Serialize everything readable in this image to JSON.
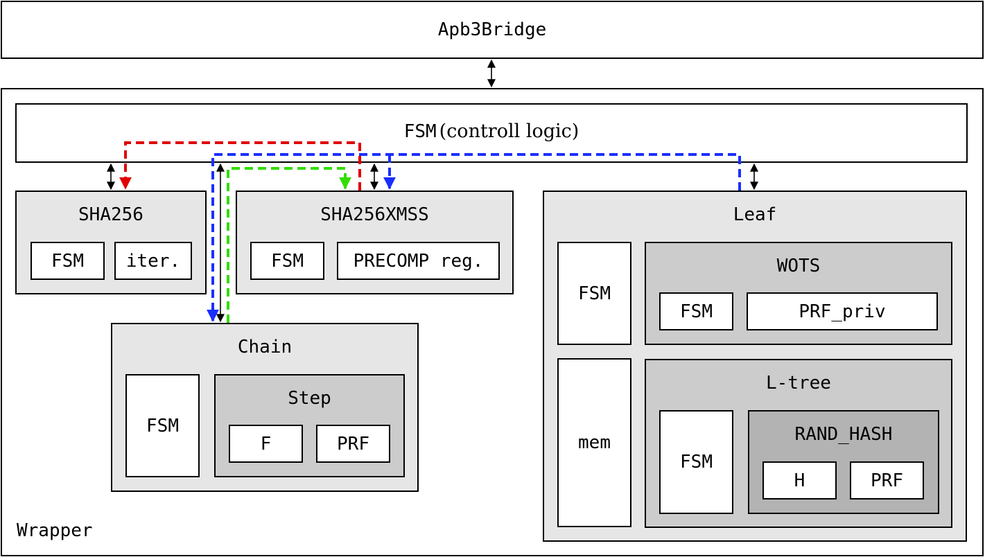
{
  "bridge": {
    "label": "Apb3Bridge"
  },
  "wrapper": {
    "label": "Wrapper"
  },
  "control_fsm": {
    "mono": "FSM",
    "serif": "(controll logic)"
  },
  "sha256": {
    "title": "SHA256",
    "fsm": "FSM",
    "iter": "iter."
  },
  "sha256xmss": {
    "title": "SHA256XMSS",
    "fsm": "FSM",
    "precomp": "PRECOMP reg."
  },
  "chain": {
    "title": "Chain",
    "fsm": "FSM",
    "step": {
      "title": "Step",
      "f": "F",
      "prf": "PRF"
    }
  },
  "leaf": {
    "title": "Leaf",
    "fsm": "FSM",
    "mem": "mem",
    "wots": {
      "title": "WOTS",
      "fsm": "FSM",
      "prf_priv": "PRF_priv"
    },
    "ltree": {
      "title": "L-tree",
      "fsm": "FSM",
      "rand_hash": {
        "title": "RAND_HASH",
        "h": "H",
        "prf": "PRF"
      }
    }
  },
  "colors": {
    "red": "#e00000",
    "blue": "#1a2eff",
    "green": "#33dd00",
    "gray_light": "#e6e6e6",
    "gray_mid": "#cccccc",
    "gray_dark": "#b3b3b3"
  }
}
